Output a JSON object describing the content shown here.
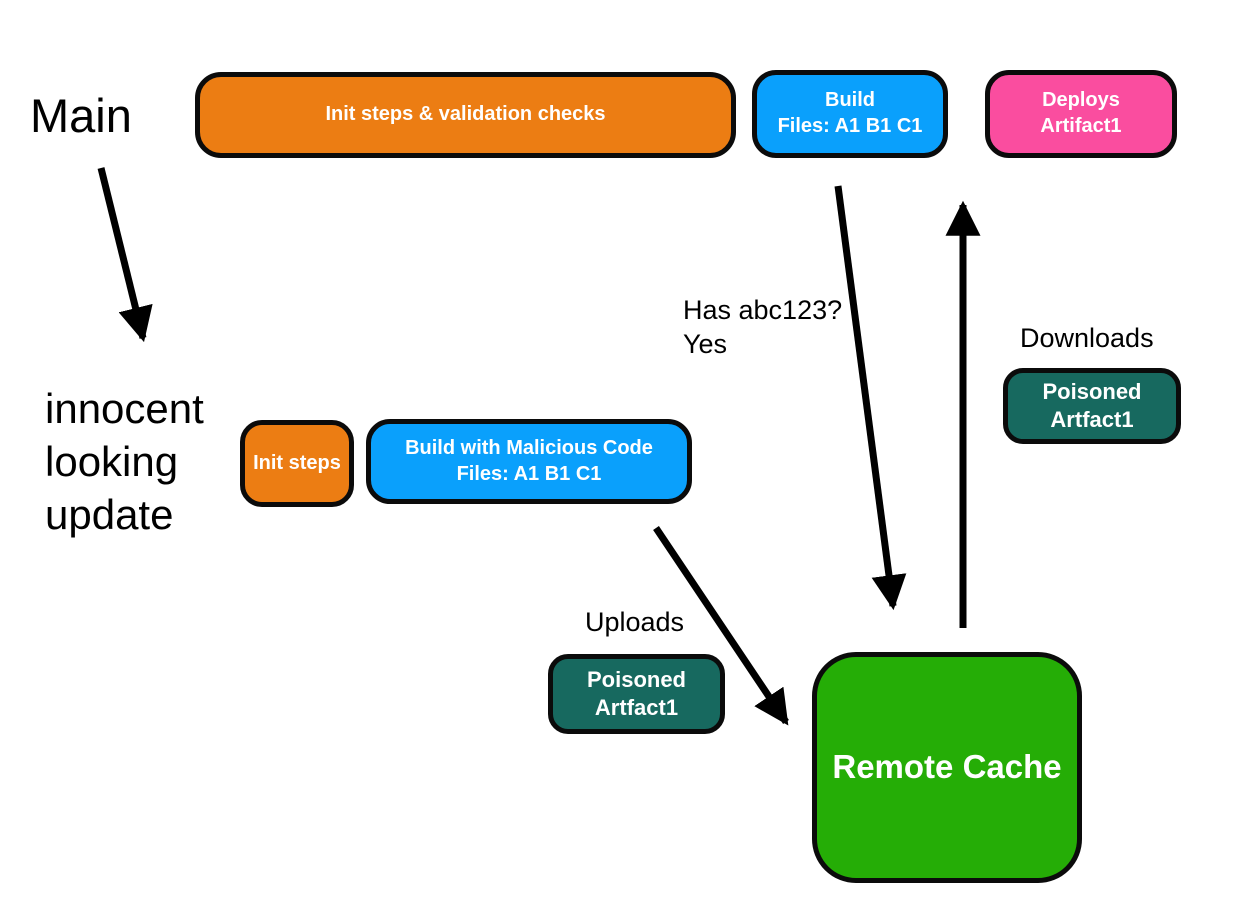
{
  "diagram": {
    "colors": {
      "orange": "#ec7d13",
      "blue": "#0aa0fc",
      "pink": "#fa4d9f",
      "teal": "#17695f",
      "green": "#25ad06",
      "arrow": "#000000",
      "node_border": "#0b0b0b",
      "background": "#ffffff",
      "node_text": "#ffffff",
      "label_text": "#000000"
    },
    "labels": {
      "main": "Main",
      "innocent_line1": "innocent",
      "innocent_line2": "looking",
      "innocent_line3": "update",
      "has_abc_line1": "Has abc123?",
      "has_abc_line2": "Yes",
      "downloads": "Downloads",
      "uploads": "Uploads"
    },
    "nodes": {
      "init_validation": {
        "label": "Init steps & validation checks",
        "color": "#ec7d13"
      },
      "build": {
        "line1": "Build",
        "line2": "Files: A1 B1 C1",
        "color": "#0aa0fc"
      },
      "deploys": {
        "line1": "Deploys",
        "line2": "Artifact1",
        "color": "#fa4d9f"
      },
      "init_steps": {
        "label": "Init steps",
        "color": "#ec7d13"
      },
      "build_malicious": {
        "line1": "Build with Malicious Code",
        "line2": "Files: A1 B1 C1",
        "color": "#0aa0fc"
      },
      "poisoned_upload": {
        "line1": "Poisoned",
        "line2": "Artfact1",
        "color": "#17695f"
      },
      "poisoned_download": {
        "line1": "Poisoned",
        "line2": "Artfact1",
        "color": "#17695f"
      },
      "remote_cache": {
        "label": "Remote Cache",
        "color": "#25ad06"
      }
    },
    "arrows": [
      {
        "name": "main-to-innocent-update",
        "from": "Main",
        "to": "innocent looking update"
      },
      {
        "name": "build-to-remote-cache",
        "from": "Build Files: A1 B1 C1",
        "to": "Remote Cache",
        "label": "Has abc123? Yes"
      },
      {
        "name": "remote-cache-to-deploys",
        "from": "Remote Cache",
        "to": "Deploys Artifact1",
        "label": "Downloads"
      },
      {
        "name": "build-malicious-to-remote-cache",
        "from": "Build with Malicious Code",
        "to": "Remote Cache",
        "label": "Uploads"
      }
    ]
  }
}
